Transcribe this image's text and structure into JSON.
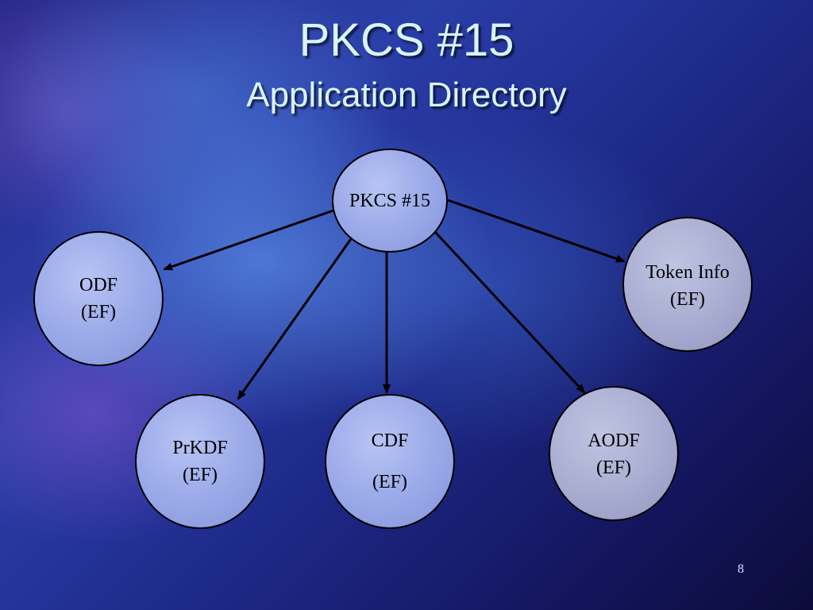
{
  "slide": {
    "title": "PKCS #15",
    "subtitle": "Application Directory",
    "page_number": "8"
  },
  "diagram": {
    "root": {
      "label": "PKCS #15"
    },
    "nodes": [
      {
        "id": "odf",
        "line1": "ODF",
        "line2": "(EF)"
      },
      {
        "id": "token-info",
        "line1": "Token Info",
        "line2": "(EF)"
      },
      {
        "id": "prkdf",
        "line1": "PrKDF",
        "line2": "(EF)"
      },
      {
        "id": "cdf",
        "line1": "CDF",
        "line2": "(EF)"
      },
      {
        "id": "aodf",
        "line1": "AODF",
        "line2": "(EF)"
      }
    ],
    "edges": [
      {
        "from": "PKCS #15",
        "to": "ODF"
      },
      {
        "from": "PKCS #15",
        "to": "Token Info"
      },
      {
        "from": "PKCS #15",
        "to": "PrKDF"
      },
      {
        "from": "PKCS #15",
        "to": "CDF"
      },
      {
        "from": "PKCS #15",
        "to": "AODF"
      }
    ]
  }
}
